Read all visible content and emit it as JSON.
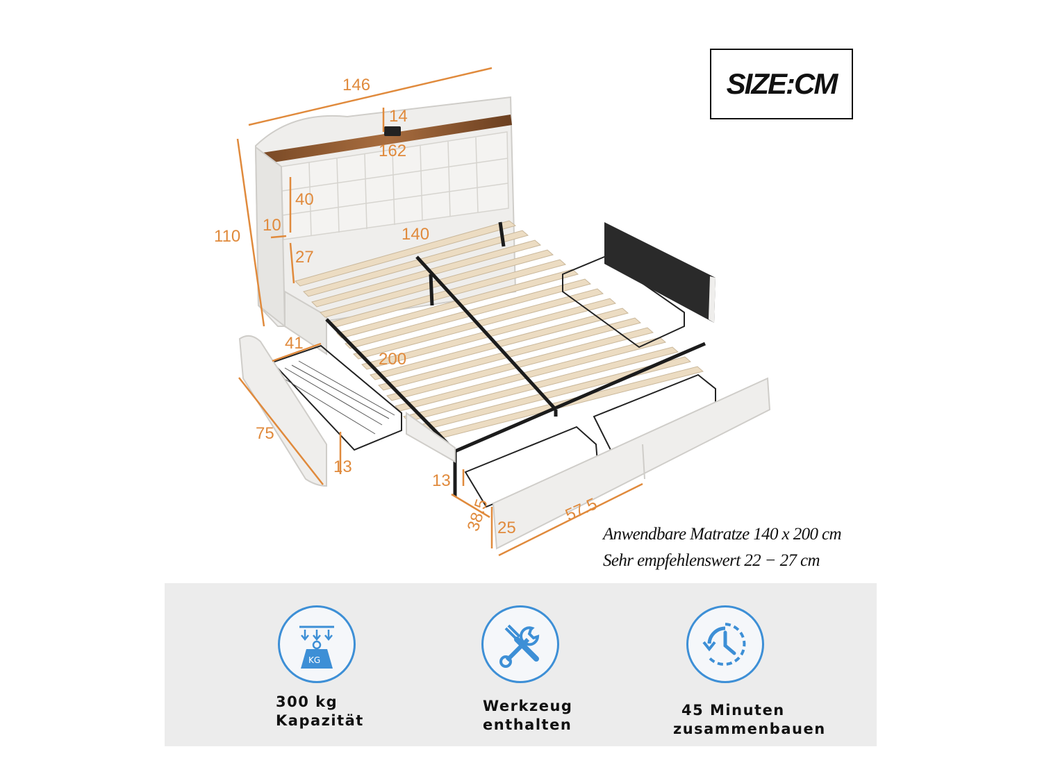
{
  "size_label": "SIZE:CM",
  "dimensions": {
    "headboard_width": "146",
    "shelf_height": "14",
    "shelf_length": "162",
    "height_total": "110",
    "headboard_panel": "40",
    "wing_depth": "10",
    "bed_width": "140",
    "clearance": "27",
    "drawer_width_left": "41",
    "bed_length": "200",
    "drawer_depth_left": "75",
    "drawer_height_left": "13",
    "drawer_height_front": "13",
    "drawer_depth_front": "38.5",
    "drawer_width_front": "57.5",
    "drawer_front_height": "25"
  },
  "notes": {
    "mattress": "Anwendbare Matratze 140 x 200 cm",
    "recommended": "Sehr empfehlenswert 22 − 27 cm"
  },
  "features": [
    {
      "icon": "weight-kg-icon",
      "line1": "300 kg",
      "line2": "Kapazität"
    },
    {
      "icon": "tools-icon",
      "line1": "Werkzeug",
      "line2": "enthalten"
    },
    {
      "icon": "clock-icon",
      "line1": "45 Minuten",
      "line2": "zusammenbauen"
    }
  ],
  "colors": {
    "dimension": "#e08a3c",
    "icon_blue": "#3d8fd6",
    "slat": "#ecdcc2",
    "upholstery": "#efeeec",
    "frame": "#1c1c1c"
  }
}
